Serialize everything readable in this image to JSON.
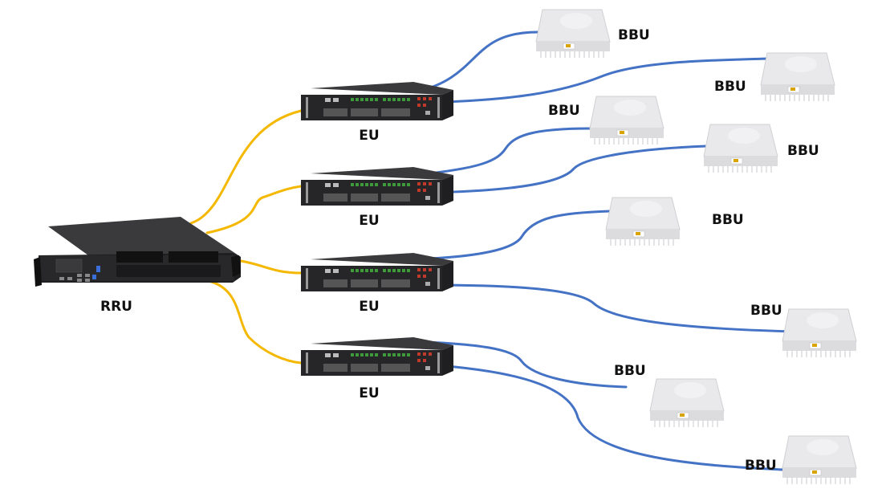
{
  "diagram": {
    "title": "",
    "colors": {
      "rru_to_eu_cable": "#F5B800",
      "eu_to_bbu_cable": "#4472C4",
      "device_chassis": "#2b2b2d",
      "bbu_body": "#e8e8ea",
      "label_text": "#111111"
    },
    "nodes": {
      "rru": {
        "label": "RRU",
        "type": "rack-server"
      },
      "eu": [
        {
          "label": "EU",
          "type": "rack-switch"
        },
        {
          "label": "EU",
          "type": "rack-switch"
        },
        {
          "label": "EU",
          "type": "rack-switch"
        },
        {
          "label": "EU",
          "type": "rack-switch"
        }
      ],
      "bbu": [
        {
          "label": "BBU",
          "connected_to_eu": 1
        },
        {
          "label": "BBU",
          "connected_to_eu": 1
        },
        {
          "label": "BBU",
          "connected_to_eu": 2
        },
        {
          "label": "BBU",
          "connected_to_eu": 2
        },
        {
          "label": "BBU",
          "connected_to_eu": 3
        },
        {
          "label": "BBU",
          "connected_to_eu": 3
        },
        {
          "label": "BBU",
          "connected_to_eu": 4
        },
        {
          "label": "BBU",
          "connected_to_eu": 4
        }
      ]
    },
    "edges": [
      {
        "from": "RRU",
        "to": "EU 1",
        "medium": "yellow cable"
      },
      {
        "from": "RRU",
        "to": "EU 2",
        "medium": "yellow cable"
      },
      {
        "from": "RRU",
        "to": "EU 3",
        "medium": "yellow cable"
      },
      {
        "from": "RRU",
        "to": "EU 4",
        "medium": "yellow cable"
      },
      {
        "from": "EU 1",
        "to": "BBU 1",
        "medium": "blue cable"
      },
      {
        "from": "EU 1",
        "to": "BBU 2",
        "medium": "blue cable"
      },
      {
        "from": "EU 2",
        "to": "BBU 3",
        "medium": "blue cable"
      },
      {
        "from": "EU 2",
        "to": "BBU 4",
        "medium": "blue cable"
      },
      {
        "from": "EU 3",
        "to": "BBU 5",
        "medium": "blue cable"
      },
      {
        "from": "EU 3",
        "to": "BBU 6",
        "medium": "blue cable"
      },
      {
        "from": "EU 4",
        "to": "BBU 7",
        "medium": "blue cable"
      },
      {
        "from": "EU 4",
        "to": "BBU 8",
        "medium": "blue cable"
      }
    ]
  }
}
